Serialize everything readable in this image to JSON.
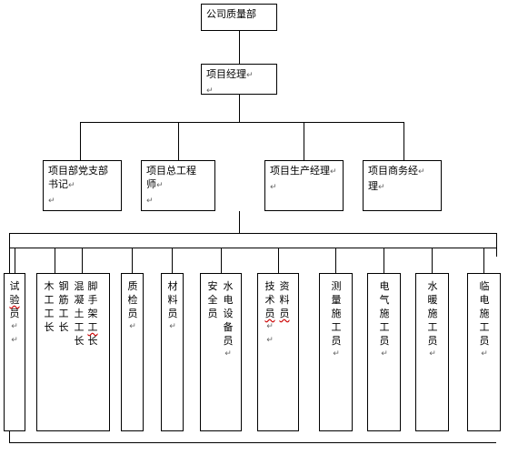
{
  "nodes": {
    "company_qa": "公司质量部",
    "project_manager": "项目经理",
    "level2": [
      {
        "id": "party",
        "line1": "项目部党支部",
        "line2": "书记"
      },
      {
        "id": "chief_engineer",
        "line1": "项目总工程",
        "line2": "师"
      },
      {
        "id": "production_manager",
        "line1": "项目生产经理",
        "line2": ""
      },
      {
        "id": "commercial_manager",
        "line1": "项目商务经",
        "line2": "理"
      }
    ]
  },
  "bottom_labels": {
    "lab_tester": [
      "试",
      "验",
      "员"
    ],
    "wood_foreman": [
      "木",
      "工",
      "工",
      "长"
    ],
    "rebar_foreman": [
      "钢",
      "筋",
      "工",
      "长"
    ],
    "concrete_foreman": [
      "混",
      "凝",
      "土",
      "工",
      "长"
    ],
    "scaffold_foreman": [
      "脚",
      "手",
      "架",
      "工",
      "长"
    ],
    "qc_inspector": [
      "质",
      "检",
      "员"
    ],
    "material_clerk": [
      "材",
      "料",
      "员"
    ],
    "safety_officer": [
      "安",
      "全",
      "员"
    ],
    "mech_equipment": [
      "水",
      "电",
      "设",
      "备",
      "员"
    ],
    "technician": [
      "技",
      "术",
      "员"
    ],
    "data_clerk": [
      "资",
      "料",
      "员"
    ],
    "survey": [
      "测",
      "量",
      "施",
      "工",
      "员"
    ],
    "electrical": [
      "电",
      "气",
      "施",
      "工",
      "员"
    ],
    "hvac": [
      "水",
      "暖",
      "施",
      "工",
      "员"
    ],
    "temp_power": [
      "临",
      "电",
      "施",
      "工",
      "员"
    ]
  },
  "marks": {
    "return": "↵"
  }
}
